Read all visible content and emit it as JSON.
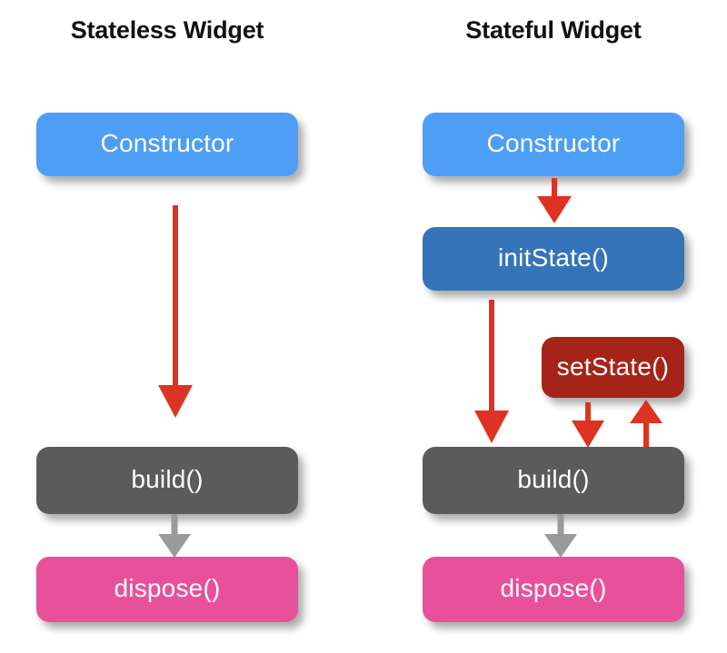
{
  "diagram": {
    "title_left": "Stateless Widget",
    "title_right": "Stateful Widget",
    "background_color": "#ffffff",
    "colors": {
      "constructor_blue": "#4d9ef5",
      "initstate_blue": "#3574b8",
      "setstate_red": "#a62319",
      "build_gray": "#5b5b5b",
      "dispose_pink": "#e8509c",
      "arrow_red": "#dd3322",
      "arrow_gray": "#9a9a9a",
      "title_text": "#111111",
      "node_text": "#ffffff"
    }
  },
  "columns": [
    {
      "name": "stateless",
      "title": "Stateless Widget",
      "nodes": [
        {
          "id": "constructor",
          "label": "Constructor",
          "color": "#4d9ef5"
        },
        {
          "id": "build",
          "label": "build()",
          "color": "#5b5b5b"
        },
        {
          "id": "dispose",
          "label": "dispose()",
          "color": "#e8509c"
        }
      ],
      "arrows": [
        {
          "id": "constructor-to-build",
          "from": "constructor",
          "to": "build",
          "color": "#dd3322",
          "direction": "down"
        },
        {
          "id": "build-to-dispose",
          "from": "build",
          "to": "dispose",
          "color": "#9a9a9a",
          "direction": "down"
        }
      ]
    },
    {
      "name": "stateful",
      "title": "Stateful Widget",
      "nodes": [
        {
          "id": "constructor",
          "label": "Constructor",
          "color": "#4d9ef5"
        },
        {
          "id": "initstate",
          "label": "initState()",
          "color": "#3574b8"
        },
        {
          "id": "setstate",
          "label": "setState()",
          "color": "#a62319"
        },
        {
          "id": "build",
          "label": "build()",
          "color": "#5b5b5b"
        },
        {
          "id": "dispose",
          "label": "dispose()",
          "color": "#e8509c"
        }
      ],
      "arrows": [
        {
          "id": "constructor-to-initstate",
          "from": "constructor",
          "to": "initstate",
          "color": "#dd3322",
          "direction": "down"
        },
        {
          "id": "initstate-to-build",
          "from": "initstate",
          "to": "build",
          "color": "#dd3322",
          "direction": "down"
        },
        {
          "id": "setstate-to-build",
          "from": "setstate",
          "to": "build",
          "color": "#dd3322",
          "direction": "down"
        },
        {
          "id": "build-to-setstate",
          "from": "build",
          "to": "setstate",
          "color": "#dd3322",
          "direction": "up"
        },
        {
          "id": "build-to-dispose",
          "from": "build",
          "to": "dispose",
          "color": "#9a9a9a",
          "direction": "down"
        }
      ]
    }
  ]
}
